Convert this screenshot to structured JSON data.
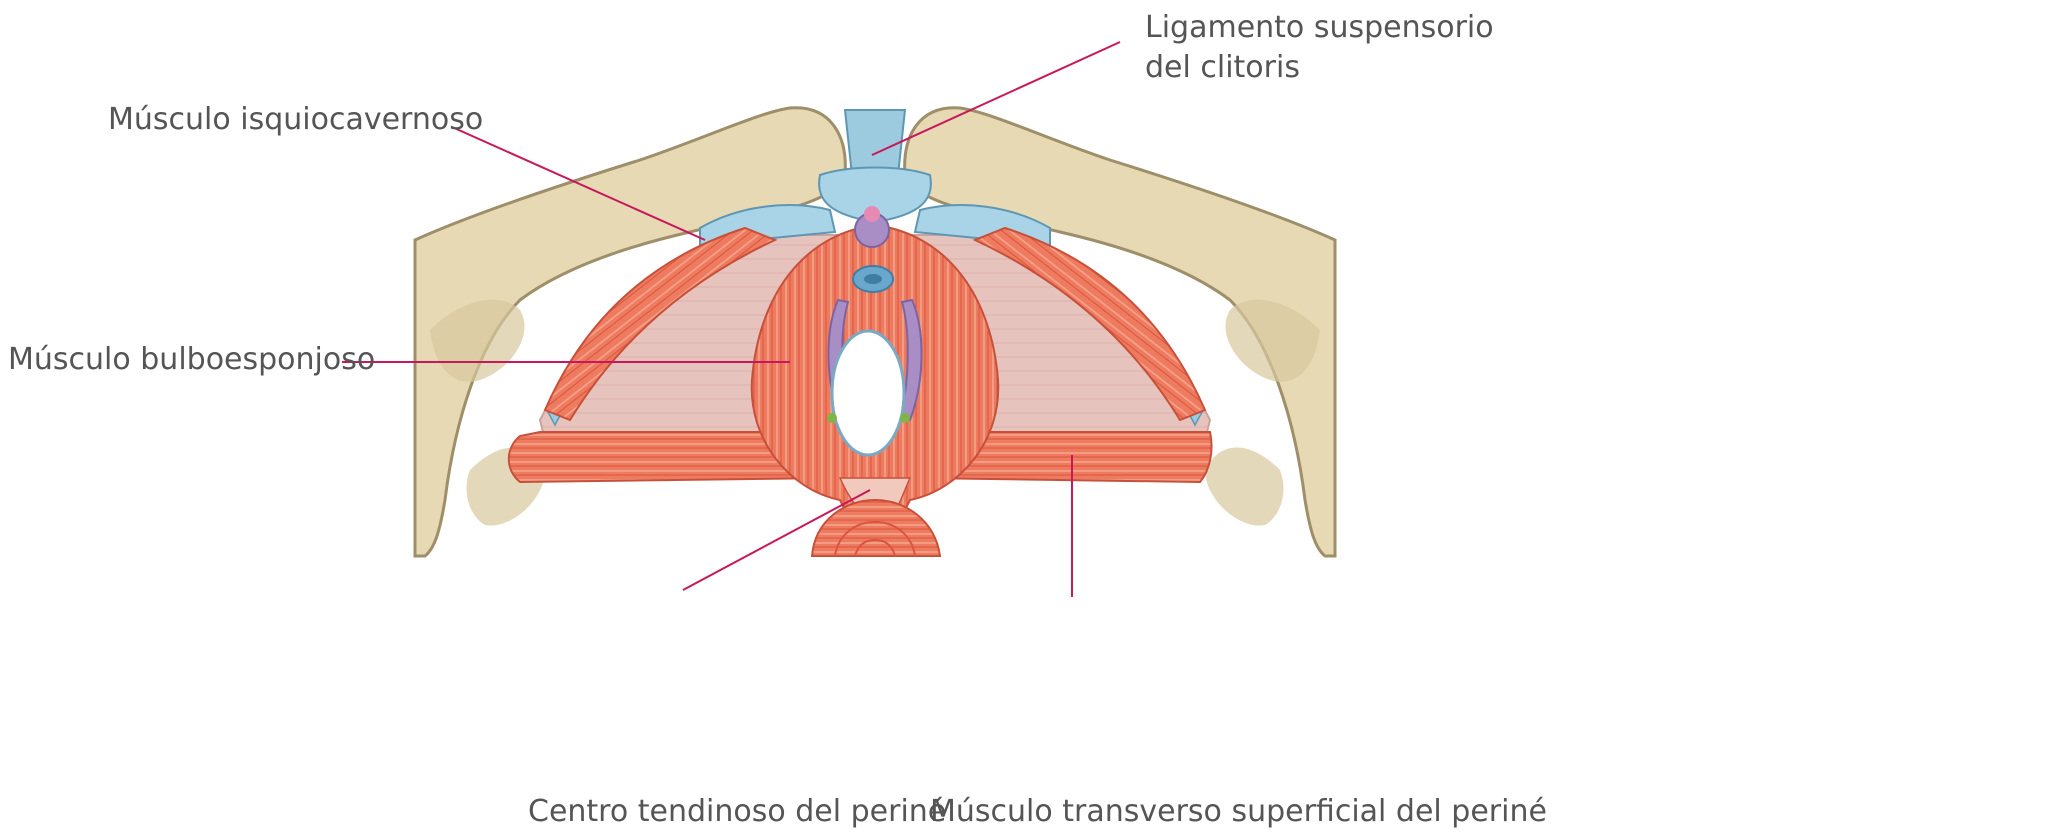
{
  "labels": {
    "ligamento_line1": "Ligamento suspensorio",
    "ligamento_line2": "del clitoris",
    "isquiocavernoso": "Músculo isquiocavernoso",
    "bulboesponjoso": "Músculo bulboesponjoso",
    "centro_tendinoso": "Centro tendinoso del periné",
    "transverso": "Músculo transverso superficial del periné"
  },
  "colors": {
    "leader_line": "#c8175a",
    "label_text": "#555555",
    "bone": "#e6d9b4",
    "muscle": "#ee7b5f",
    "membrane": "#e6c2bd",
    "ligament": "#9ccbe0",
    "vessel": "#a98ec6",
    "opening": "#ffffff"
  }
}
